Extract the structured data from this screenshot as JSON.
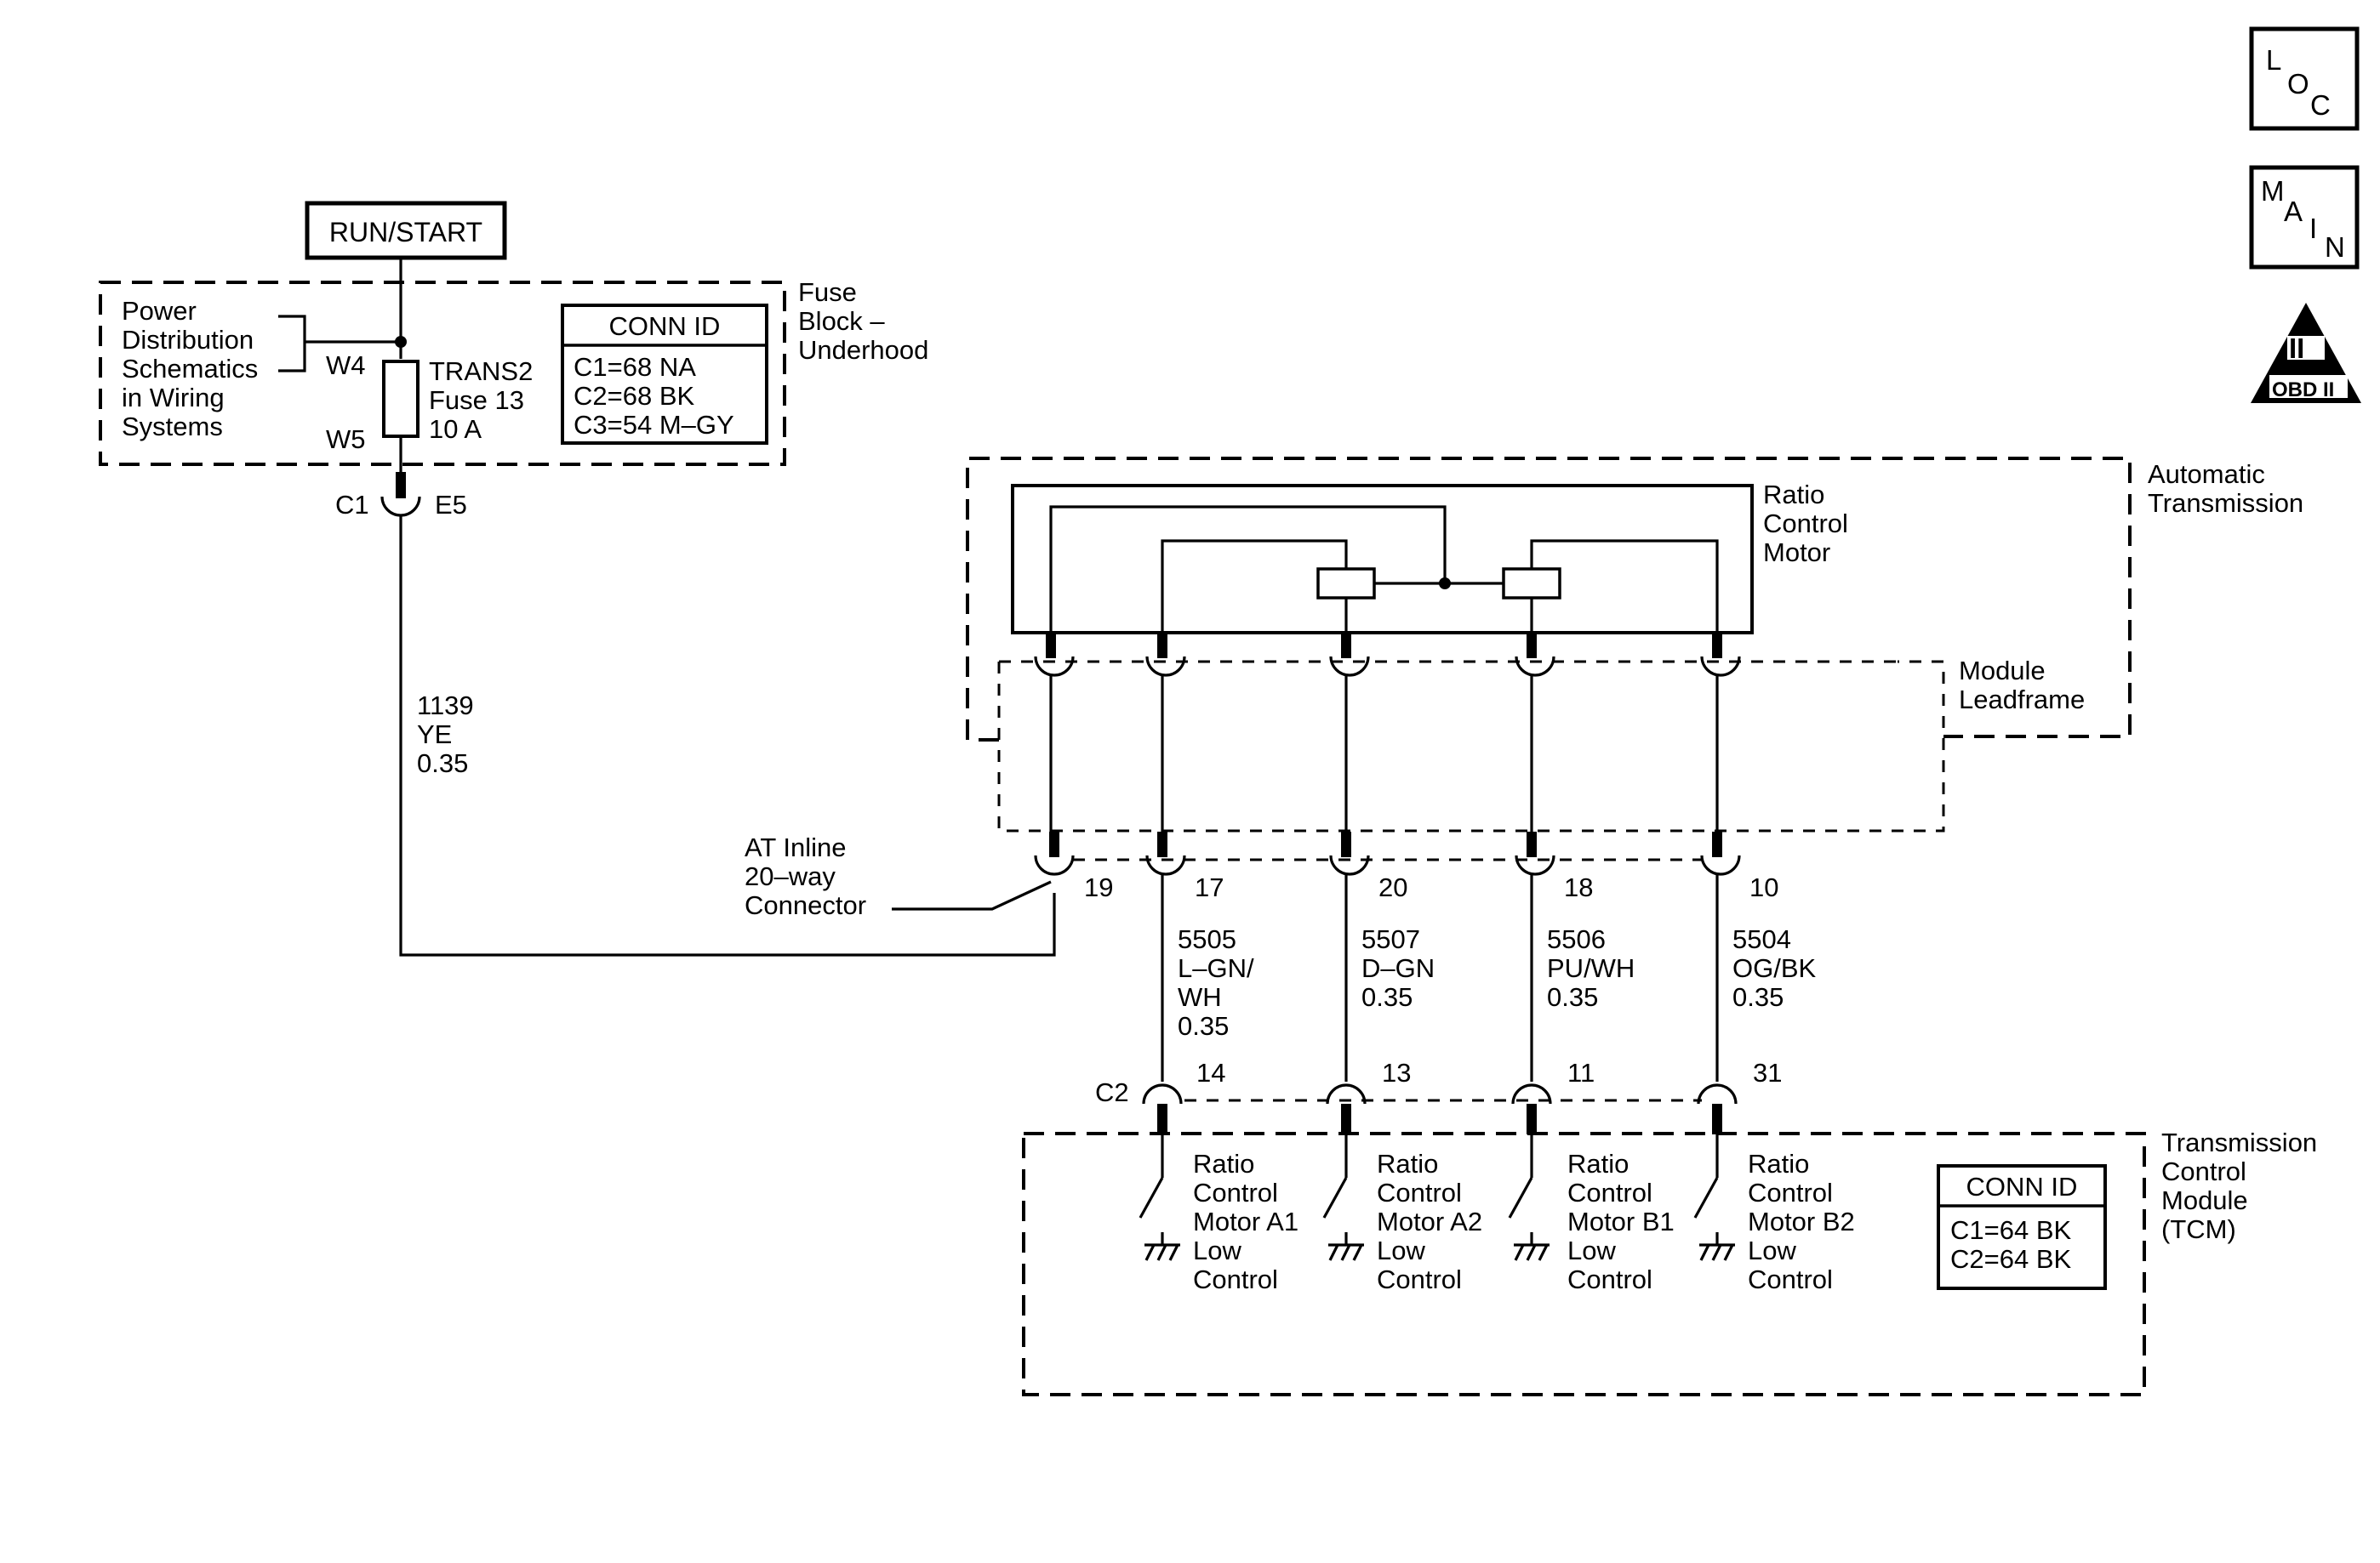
{
  "power": {
    "run_start": "RUN/START"
  },
  "fuse_block": {
    "title": [
      "Fuse",
      "Block –",
      "Underhood"
    ],
    "power_ref": [
      "Power",
      "Distribution",
      "Schematics",
      "in Wiring",
      "Systems"
    ],
    "w4": "W4",
    "w5": "W5",
    "fuse_label": [
      "TRANS2",
      "Fuse 13",
      "10 A"
    ],
    "conn_id_title": "CONN ID",
    "conn_ids": [
      "C1=68 NA",
      "C2=68 BK",
      "C3=54 M–GY"
    ],
    "c1": "C1",
    "e5": "E5"
  },
  "feed_wire": [
    "1139",
    "YE",
    "0.35"
  ],
  "inline_connector": [
    "AT Inline",
    "20–way",
    "Connector"
  ],
  "automatic_transmission": [
    "Automatic",
    "Transmission"
  ],
  "ratio_control_motor": [
    "Ratio",
    "Control",
    "Motor"
  ],
  "module_leadframe": [
    "Module",
    "Leadframe"
  ],
  "inline_pins": [
    "19",
    "17",
    "20",
    "18",
    "10"
  ],
  "wires": [
    {
      "lines": [
        "5505",
        "L–GN/",
        "WH",
        "0.35"
      ]
    },
    {
      "lines": [
        "5507",
        "D–GN",
        "0.35"
      ]
    },
    {
      "lines": [
        "5506",
        "PU/WH",
        "0.35"
      ]
    },
    {
      "lines": [
        "5504",
        "OG/BK",
        "0.35"
      ]
    }
  ],
  "tcm_connector": "C2",
  "tcm_pins": [
    "14",
    "13",
    "11",
    "31"
  ],
  "tcm": {
    "title": [
      "Transmission",
      "Control",
      "Module",
      "(TCM)"
    ],
    "conn_id_title": "CONN ID",
    "conn_ids": [
      "C1=64 BK",
      "C2=64 BK"
    ],
    "circuits": [
      [
        "Ratio",
        "Control",
        "Motor A1",
        "Low",
        "Control"
      ],
      [
        "Ratio",
        "Control",
        "Motor A2",
        "Low",
        "Control"
      ],
      [
        "Ratio",
        "Control",
        "Motor B1",
        "Low",
        "Control"
      ],
      [
        "Ratio",
        "Control",
        "Motor B2",
        "Low",
        "Control"
      ]
    ]
  },
  "nav": {
    "loc_letters": [
      "L",
      "O",
      "C"
    ],
    "main_letters": [
      "M",
      "A",
      "I",
      "N"
    ],
    "obd_numeral": "II",
    "obd_label": "OBD II"
  }
}
